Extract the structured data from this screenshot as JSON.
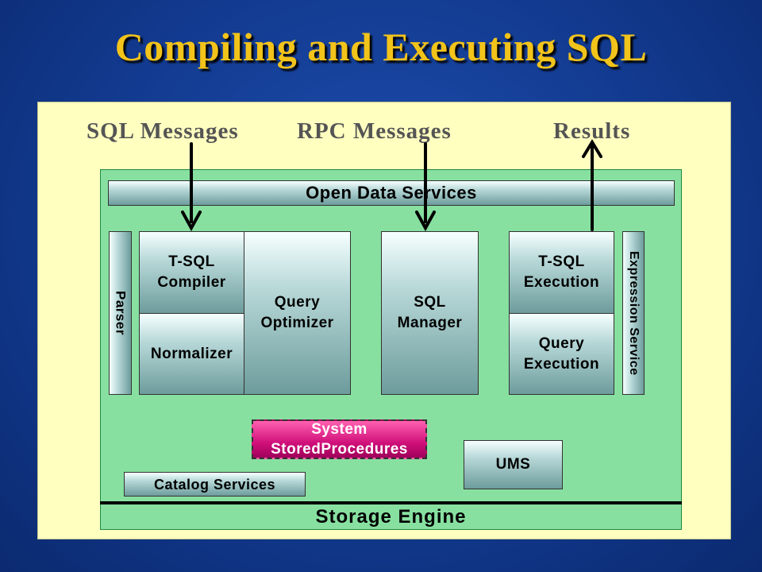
{
  "title": "Compiling and Executing SQL",
  "diagram": {
    "inputs": {
      "sql_messages": "SQL Messages",
      "rpc_messages": "RPC Messages",
      "results": "Results"
    },
    "open_data_services": "Open Data Services",
    "parser": "Parser",
    "tsql_compiler": [
      "T-SQL",
      "Compiler"
    ],
    "normalizer": "Normalizer",
    "query_optimizer": [
      "Query",
      "Optimizer"
    ],
    "sql_manager": [
      "SQL",
      "Manager"
    ],
    "tsql_execution": [
      "T-SQL",
      "Execution"
    ],
    "query_execution": [
      "Query",
      "Execution"
    ],
    "expression_service": "Expression Service",
    "system_stored_procedures": [
      "System Stored",
      "Procedures"
    ],
    "ums": "UMS",
    "catalog_services": "Catalog Services",
    "storage_engine": "Storage Engine"
  },
  "colors": {
    "title": "#f2c31a",
    "background": "#123a8f",
    "panel": "#ffffc0",
    "engine_area": "#87e0a0",
    "highlight_box": "#d0107a"
  }
}
